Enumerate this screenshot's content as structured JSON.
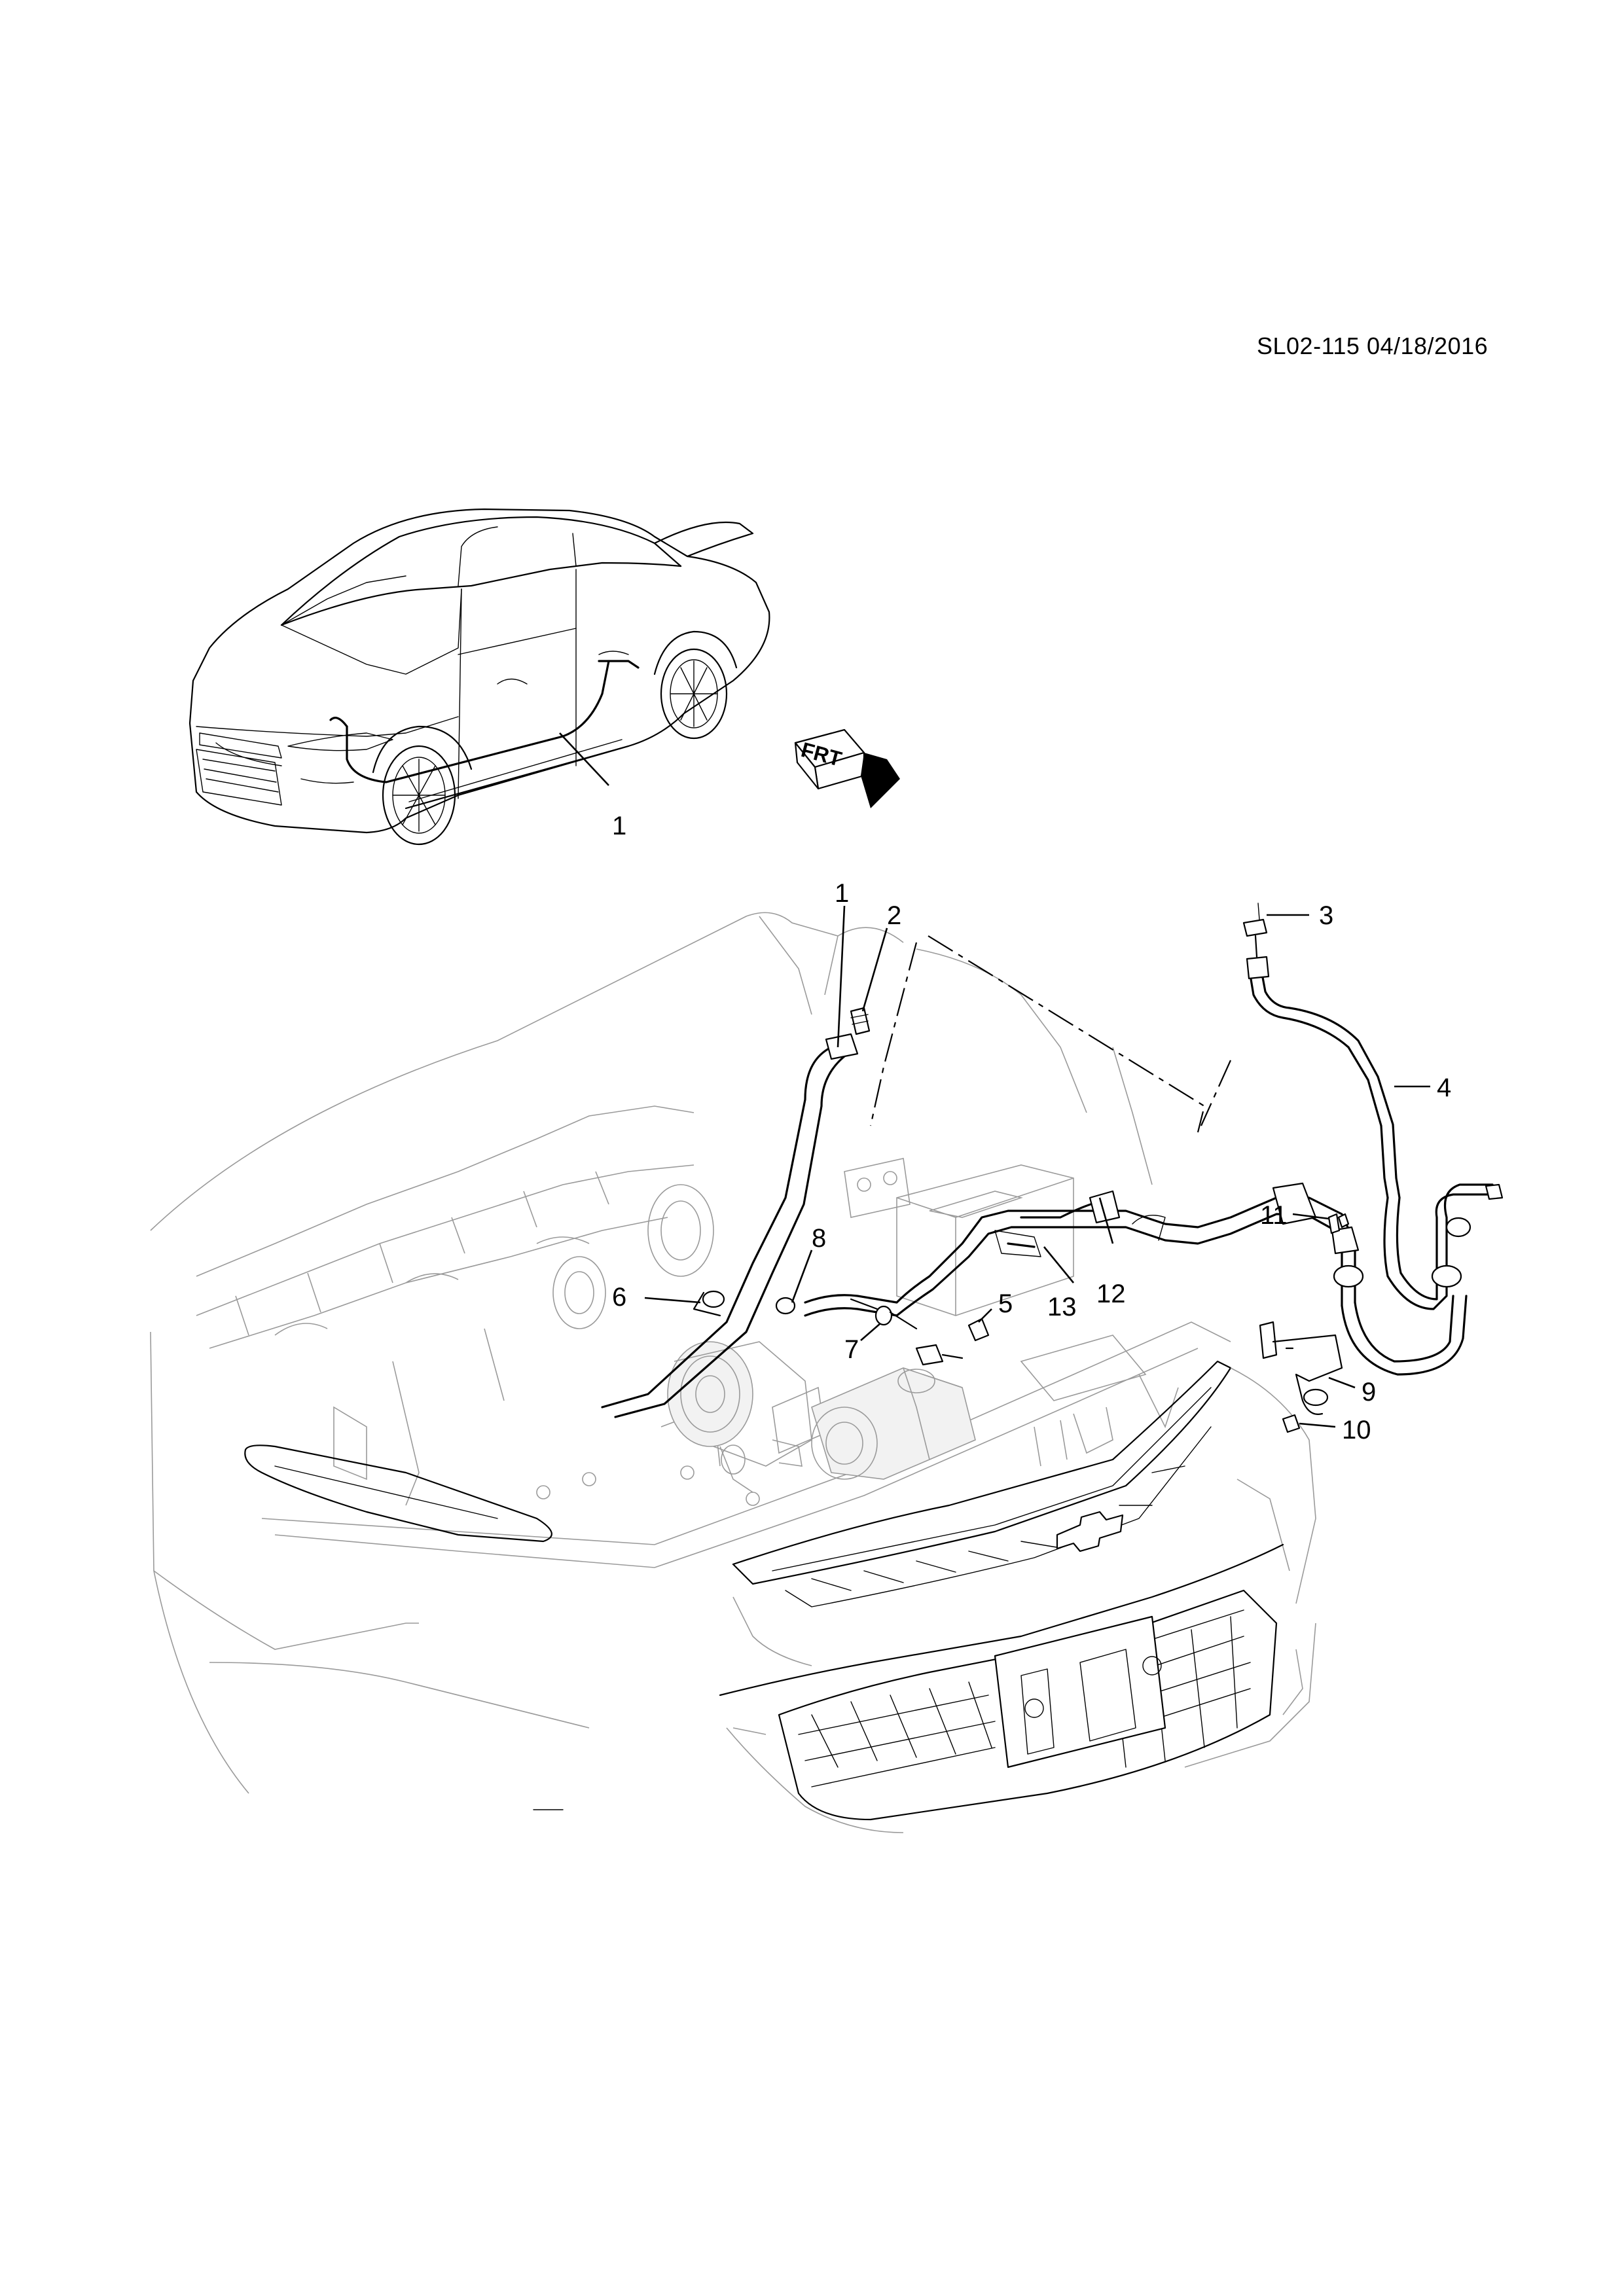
{
  "header": {
    "doc_code": "SL02-115 04/18/2016"
  },
  "vehicle_view": {
    "callout": "1",
    "front_arrow": {
      "label": "FRT",
      "icon": "front-direction-arrow-icon"
    }
  },
  "callouts": [
    "1",
    "2",
    "3",
    "4",
    "5",
    "6",
    "7",
    "8",
    "9",
    "10",
    "11",
    "12",
    "13"
  ]
}
